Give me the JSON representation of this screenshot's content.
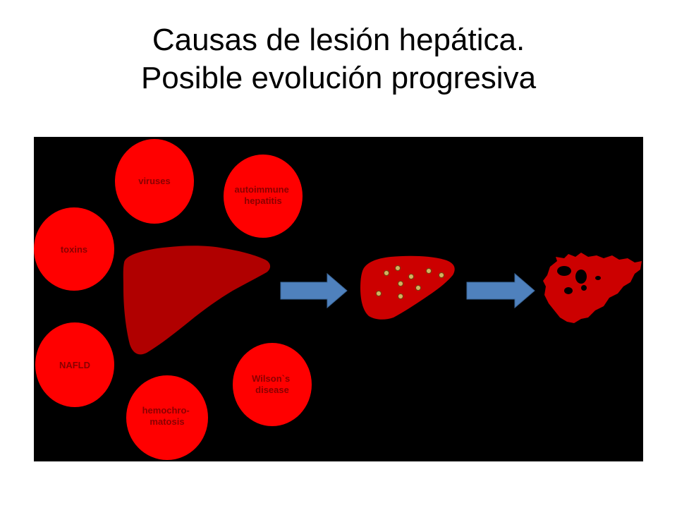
{
  "title": {
    "line1": "Causas de lesión hepática.",
    "line2": "Posible evolución progresiva"
  },
  "colors": {
    "background": "#000000",
    "cause_circle": "#ff0000",
    "cause_text": "#8a0000",
    "liver_healthy": "#b00000",
    "liver_damaged": "#cc0000",
    "arrow": "#4f81bd",
    "nodule": "#d4b060"
  },
  "causes": {
    "viruses": [
      "viruses"
    ],
    "autoimmune": [
      "autoimmune",
      "hepatitis"
    ],
    "toxins": [
      "toxins"
    ],
    "nafld": [
      "NAFLD"
    ],
    "hemochromatosis": [
      "hemochro-",
      "matosis"
    ],
    "wilson": [
      "Wilson`s",
      "disease"
    ]
  },
  "stages": [
    "healthy-liver",
    "fibrotic-liver",
    "cirrhotic-liver"
  ],
  "icons": {
    "arrow_1": "arrow-right-icon",
    "arrow_2": "arrow-right-icon"
  }
}
